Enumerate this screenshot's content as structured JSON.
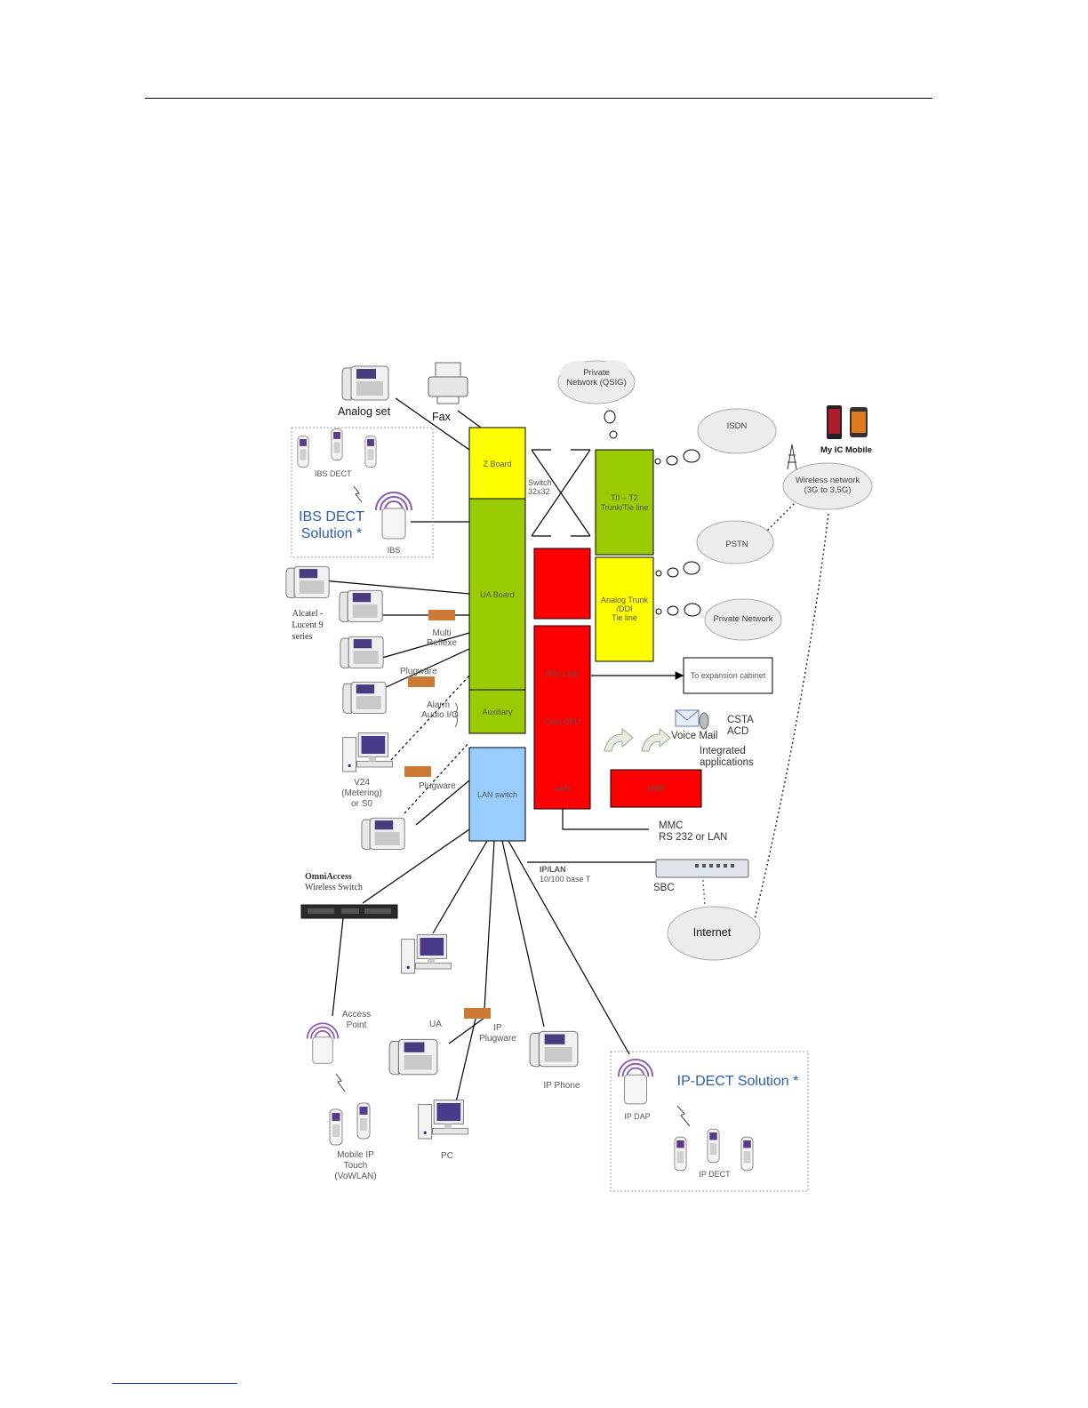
{
  "diagram": {
    "boards": {
      "z_board": "Z Board",
      "ua_board": "UA Board",
      "auxiliary": "Auxiliary",
      "lan_switch": "LAN switch",
      "switch_line1": "Switch",
      "switch_line2": "32x32",
      "t0_t2_line1": "T0 – T2",
      "t0_t2_line2": "Trunk/Tie line",
      "analog_trunk_line1": "Analog Trunk",
      "analog_trunk_line2": "/DDI",
      "analog_trunk_line3": "Tie line",
      "rsl_link": "RSL Link",
      "core_cpu": "Core CPU",
      "lan": "LAN",
      "voip": "VoIP"
    },
    "clouds": {
      "private_qsig_line1": "Private",
      "private_qsig_line2": "Network (QSIG)",
      "isdn": "ISDN",
      "wireless_line1": "Wireless network",
      "wireless_line2": "(3G to 3,5G)",
      "pstn": "PSTN",
      "private_network": "Private Network",
      "internet": "Internet"
    },
    "labels": {
      "analog_set": "Analog set",
      "fax": "Fax",
      "ibs_dect": "IBS DECT",
      "ibs_solution_line1": "IBS DECT",
      "ibs_solution_line2": "Solution *",
      "ibs": "IBS",
      "alcatel_line1": "Alcatel -",
      "alcatel_line2": "Lucent 9",
      "alcatel_line3": "series",
      "multi_reflexe_line1": "Multi",
      "multi_reflexe_line2": "Reflexe",
      "plugware_1": "Plugware",
      "alarm_line1": "Alarm",
      "alarm_line2": "Audio I/O",
      "v24_line1": "V24",
      "v24_line2": "(Metering)",
      "v24_line3": "or S0",
      "plugware_2": "Plugware",
      "to_expansion": "To expansion cabinet",
      "voice_mail": "Voice Mail",
      "csta": "CSTA",
      "acd": "ACD",
      "integrated_line1": "Integrated",
      "integrated_line2": "applications",
      "mmc_line1": "MMC",
      "mmc_line2": "RS 232 or LAN",
      "iplan_line1": "IP/LAN",
      "iplan_line2": "10/100 base T",
      "sbc": "SBC",
      "my_ic_mobile": "My IC Mobile",
      "omniaccess_line1": "OmniAccess",
      "omniaccess_line2": "Wireless Switch",
      "access_point_line1": "Access",
      "access_point_line2": "Point",
      "ua": "UA",
      "ip_plugware_line1": "IP",
      "ip_plugware_line2": "Plugware",
      "ip_phone": "IP Phone",
      "mobile_ip_line1": "Mobile IP",
      "mobile_ip_line2": "Touch",
      "mobile_ip_line3": "(VoWLAN)",
      "pc": "PC",
      "ip_dap": "IP DAP",
      "ip_dect_solution": "IP-DECT Solution *",
      "ip_dect": "IP DECT"
    },
    "colors": {
      "yellow": "#ffff00",
      "green": "#99cc00",
      "red": "#ff0000",
      "light_blue": "#99ccff",
      "plugware": "#cc7a33",
      "solution_blue": "#2a5db3"
    }
  }
}
